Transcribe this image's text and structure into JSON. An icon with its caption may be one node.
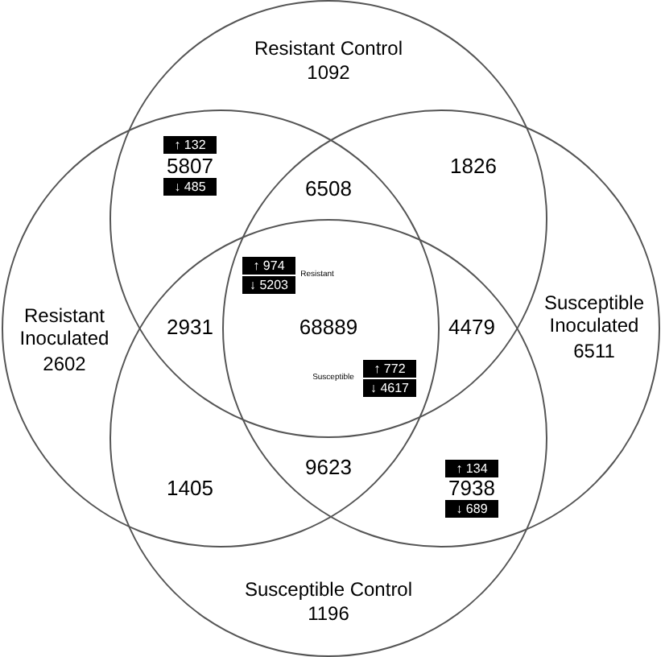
{
  "diagram": {
    "nodes": [
      {
        "text": [
          "Resistant Control",
          "1092"
        ]
      },
      {
        "text": [
          "Resistant Inoculated",
          "2602"
        ]
      },
      {
        "text": [
          "Susceptible Inoculated",
          "6511"
        ]
      },
      {
        "text": [
          "Susceptible Control",
          "1196"
        ]
      }
    ],
    "labels": [
      "↑ 132",
      "5807",
      "↓ 485",
      "6508",
      "1826",
      "↑ 974",
      "↓ 5203",
      "Resistant",
      "2931",
      "68889",
      "4479",
      "Susceptible",
      "↑ 772",
      "↓ 4617",
      "1405",
      "9623",
      "↑ 134",
      "7938",
      "↓ 689"
    ]
  }
}
